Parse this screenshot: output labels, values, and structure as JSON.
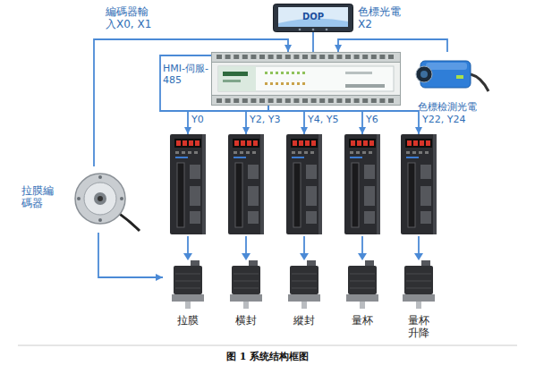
{
  "diagram": {
    "caption": "图 1 系统结构框图",
    "nodes": [
      {
        "text": [
          "DOP"
        ]
      },
      {
        "text": [
          "HMI-伺服- 485"
        ]
      },
      {
        "text": [
          "色標檢測光電"
        ]
      },
      {
        "text": [
          "拉膜編 碼器"
        ]
      },
      {
        "text": [
          "拉膜"
        ]
      },
      {
        "text": [
          "横封"
        ]
      },
      {
        "text": [
          "縱封"
        ]
      },
      {
        "text": [
          "量杯"
        ]
      },
      {
        "text": [
          "量杯 升降"
        ]
      }
    ],
    "edges": [
      {
        "from": 0,
        "to": 1,
        "arrow": "none"
      },
      {
        "from": 3,
        "to": 1,
        "label": "編碼器輸 入X0, X1",
        "arrow": "to"
      },
      {
        "from": 2,
        "to": 1,
        "label": "色標光電 X2",
        "arrow": "to"
      },
      {
        "from": 1,
        "to": 4,
        "label": "Y0",
        "arrow": "to"
      },
      {
        "from": 1,
        "to": 5,
        "label": "Y2, Y3",
        "arrow": "to"
      },
      {
        "from": 1,
        "to": 6,
        "label": "Y4, Y5",
        "arrow": "to"
      },
      {
        "from": 1,
        "to": 7,
        "label": "Y6",
        "arrow": "to"
      },
      {
        "from": 1,
        "to": 8,
        "label": "Y22, Y24",
        "arrow": "to"
      },
      {
        "from": 3,
        "to": 4,
        "arrow": "to"
      }
    ]
  }
}
